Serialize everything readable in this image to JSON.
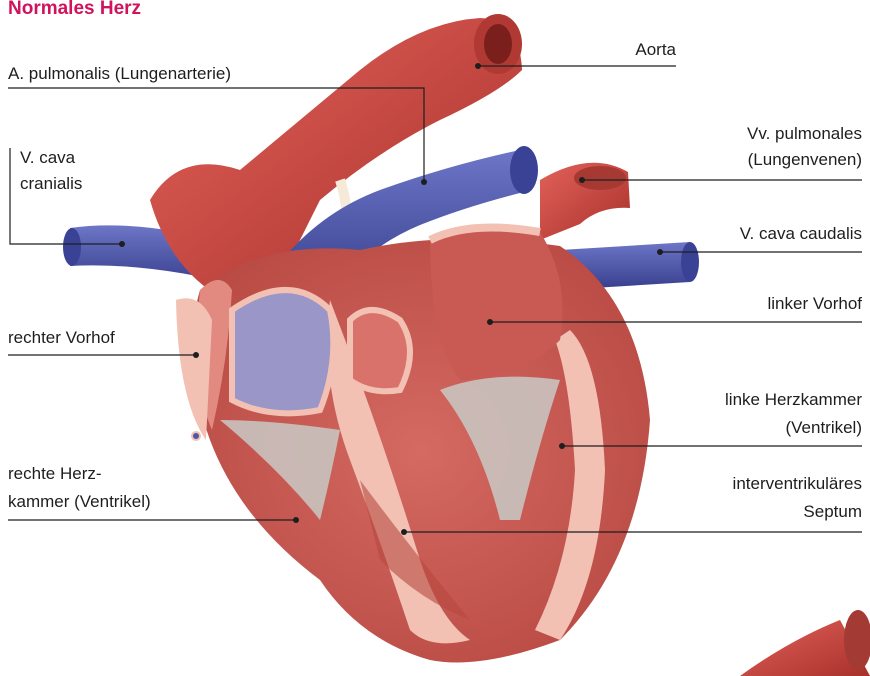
{
  "title": "Normales Herz",
  "labels": {
    "aorta": "Aorta",
    "pulmonalis": "A. pulmonalis (Lungenarterie)",
    "cava_cranialis_1": "V. cava",
    "cava_cranialis_2": "cranialis",
    "pulmonales_1": "Vv. pulmonales",
    "pulmonales_2": "(Lungenvenen)",
    "cava_caudalis": "V. cava caudalis",
    "linker_vorhof": "linker Vorhof",
    "rechter_vorhof": "rechter Vorhof",
    "linke_kammer_1": "linke Herzkammer",
    "linke_kammer_2": "(Ventrikel)",
    "rechte_kammer_1": "rechte Herz-",
    "rechte_kammer_2": "kammer (Ventrikel)",
    "septum_1": "interventrikuläres",
    "septum_2": "Septum"
  },
  "colors": {
    "title": "#d0135c",
    "artery": "#c8413a",
    "vein": "#4d56a8",
    "muscle": "#d9726a",
    "muscle_light": "#f2c1b3",
    "line": "#1e1e1e"
  }
}
